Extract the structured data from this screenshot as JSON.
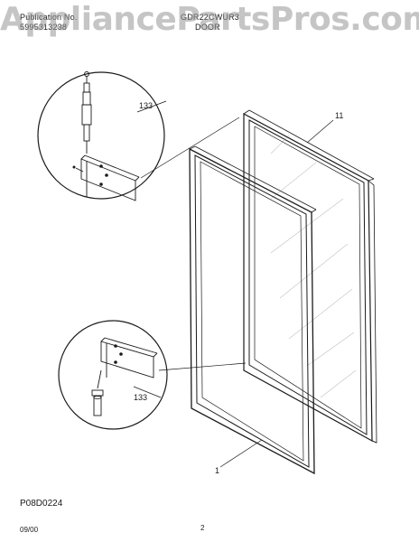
{
  "header": {
    "publication_label": "Publication No.",
    "publication_number": "5995313238",
    "model_number": "GDR22CWUR3",
    "section_title": "DOOR"
  },
  "watermark": "AppliancePartsPros.com",
  "callouts": {
    "liner_gasket_frame": "11",
    "door_gasket": "1",
    "hinge_parts_top": "133",
    "hinge_parts_bottom": "133"
  },
  "footer": {
    "diagram_code": "P08D0224",
    "date": "09/00",
    "page": "2"
  }
}
